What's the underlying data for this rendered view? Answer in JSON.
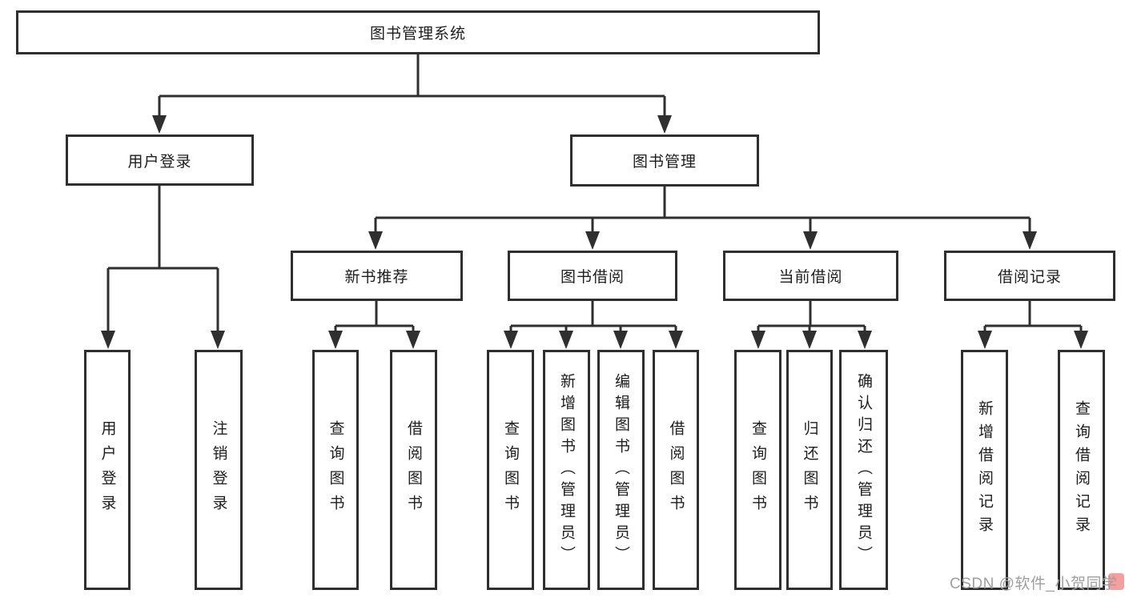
{
  "tree": {
    "root": {
      "label": "图书管理系统"
    },
    "login": {
      "label": "用户登录",
      "children": [
        {
          "label": "用户登录"
        },
        {
          "label": "注销登录"
        }
      ]
    },
    "mgmt": {
      "label": "图书管理"
    },
    "rec": {
      "label": "新书推荐",
      "children": [
        {
          "label": "查询图书"
        },
        {
          "label": "借阅图书"
        }
      ]
    },
    "borrow": {
      "label": "图书借阅",
      "children": [
        {
          "label": "查询图书"
        },
        {
          "label": "新增图书（管理员）"
        },
        {
          "label": "编辑图书（管理员）"
        },
        {
          "label": "借阅图书"
        }
      ]
    },
    "current": {
      "label": "当前借阅",
      "children": [
        {
          "label": "查询图书"
        },
        {
          "label": "归还图书"
        },
        {
          "label": "确认归还（管理员）"
        }
      ]
    },
    "records": {
      "label": "借阅记录",
      "children": [
        {
          "label": "新增借阅记录"
        },
        {
          "label": "查询借阅记录"
        }
      ]
    }
  },
  "watermark": {
    "text": "CSDN @软件_小贺同学"
  },
  "colors": {
    "line": "#2f2f2f",
    "box_border": "#2f2f2f",
    "text": "#1d1d1d",
    "background": "#ffffff",
    "watermark_text": "#9f9f9f",
    "watermark_accent": "#f59f9f"
  }
}
